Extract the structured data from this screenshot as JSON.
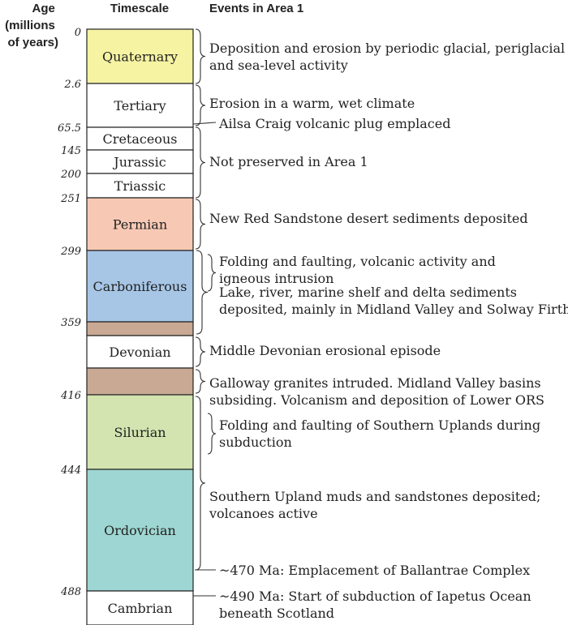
{
  "headers": {
    "age": [
      "Age",
      "(millions",
      "of years)"
    ],
    "timescale": "Timescale",
    "events": "Events in Area 1"
  },
  "ages": [
    "0",
    "2.6",
    "65.5",
    "145",
    "200",
    "251",
    "299",
    "359",
    "416",
    "444",
    "488"
  ],
  "periods": [
    {
      "name": "Quaternary",
      "color": "#f6f3a2"
    },
    {
      "name": "Tertiary",
      "color": "#ffffff"
    },
    {
      "name": "Cretaceous",
      "color": "#ffffff"
    },
    {
      "name": "Jurassic",
      "color": "#ffffff"
    },
    {
      "name": "Triassic",
      "color": "#ffffff"
    },
    {
      "name": "Permian",
      "color": "#f7c9b4"
    },
    {
      "name": "Carboniferous",
      "color": "#a7c6e6"
    },
    {
      "name": "",
      "color": "#c9a994"
    },
    {
      "name": "Devonian",
      "color": "#ffffff"
    },
    {
      "name": "",
      "color": "#c9a994"
    },
    {
      "name": "Silurian",
      "color": "#d3e4b0"
    },
    {
      "name": "Ordovician",
      "color": "#9dd6d2"
    },
    {
      "name": "Cambrian",
      "color": "#ffffff"
    }
  ],
  "events": [
    [
      "Deposition and erosion by periodic glacial, periglacial",
      "and sea-level activity"
    ],
    [
      "Erosion in a warm, wet climate"
    ],
    [
      "Ailsa Craig volcanic plug emplaced"
    ],
    [
      "Not preserved in Area 1"
    ],
    [
      "New Red Sandstone desert sediments deposited"
    ],
    [
      "Folding and faulting, volcanic activity and",
      "igneous intrusion"
    ],
    [
      "Lake, river, marine shelf and delta sediments",
      "deposited, mainly in Midland Valley and Solway Firth"
    ],
    [
      "Middle Devonian erosional episode"
    ],
    [
      "Galloway granites intruded. Midland Valley basins",
      "subsiding. Volcanism and deposition of Lower ORS"
    ],
    [
      "Folding and faulting of Southern Uplands during",
      "subduction"
    ],
    [
      "Southern Upland muds and sandstones deposited;",
      "volcanoes active"
    ],
    [
      "~470 Ma: Emplacement of Ballantrae Complex"
    ],
    [
      "~490 Ma: Start of subduction of Iapetus Ocean",
      "beneath Scotland"
    ]
  ]
}
